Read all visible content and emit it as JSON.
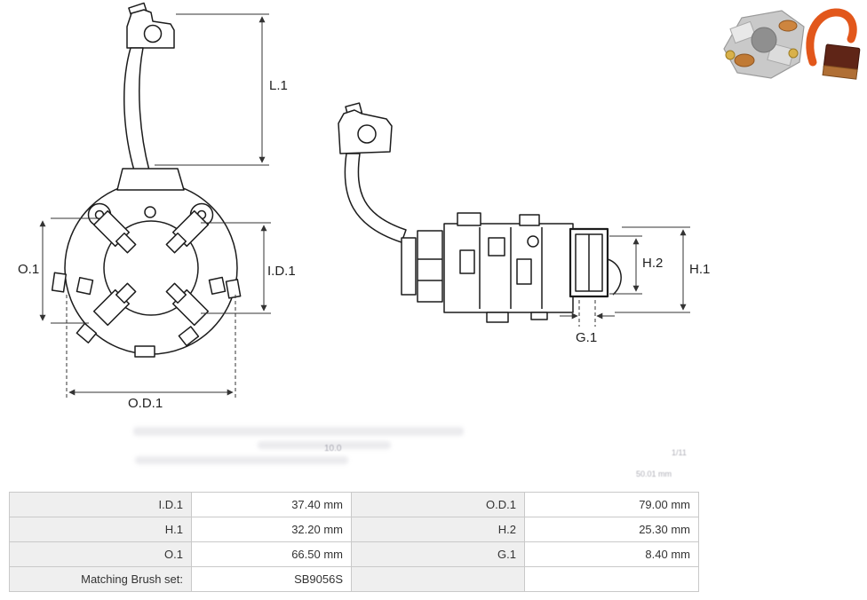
{
  "diagram": {
    "front_view_labels": {
      "l1": "L.1",
      "o1": "O.1",
      "id1": "I.D.1",
      "od1": "O.D.1"
    },
    "side_view_labels": {
      "h1": "H.1",
      "h2": "H.2",
      "g1": "G.1"
    }
  },
  "watermark": {
    "fragment_mid": "10.0",
    "fragment_page": "1/11",
    "fragment_dim": "50.01 mm"
  },
  "spec_table": {
    "rows": [
      {
        "label1": "I.D.1",
        "value1": "37.40 mm",
        "label2": "O.D.1",
        "value2": "79.00  mm"
      },
      {
        "label1": "H.1",
        "value1": "32.20 mm",
        "label2": "H.2",
        "value2": "25.30 mm"
      },
      {
        "label1": "O.1",
        "value1": "66.50  mm",
        "label2": "G.1",
        "value2": "8.40 mm"
      },
      {
        "label1": "Matching Brush set:",
        "value1": "SB9056S",
        "label2": "",
        "value2": ""
      }
    ]
  },
  "colors": {
    "line": "#1c1c1c",
    "dim_line": "#333333",
    "table_border": "#c9c9c9",
    "label_cell_bg": "#efefef",
    "wire_orange": "#e2571b",
    "brush_copper": "#b06f35",
    "brush_dark": "#5f2517"
  }
}
